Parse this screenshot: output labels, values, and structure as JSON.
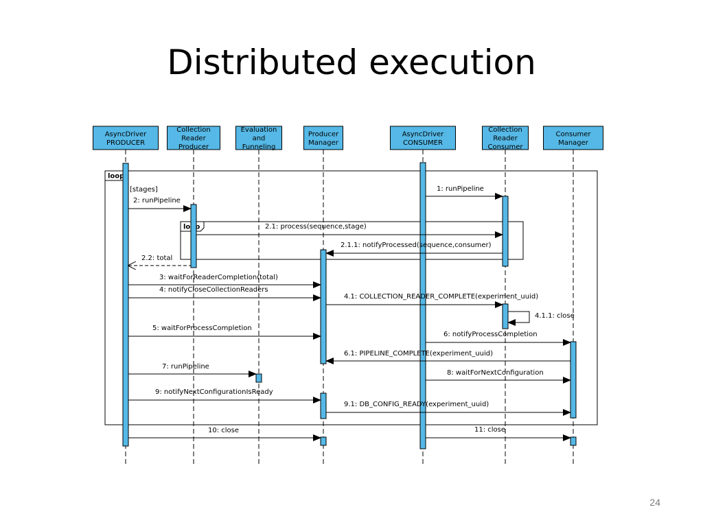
{
  "slide": {
    "title": "Distributed execution",
    "page_number": "24"
  },
  "diagram": {
    "colors": {
      "participant_fill": "#55b8e6",
      "activation_fill": "#55b8e6",
      "line": "#000000",
      "frame": "#000000"
    },
    "participants": [
      {
        "id": "p1",
        "lines": [
          "AsyncDriver",
          "PRODUCER"
        ]
      },
      {
        "id": "p2",
        "lines": [
          "Collection",
          "Reader",
          "Producer"
        ]
      },
      {
        "id": "p3",
        "lines": [
          "Evaluation",
          "and",
          "Funneling"
        ]
      },
      {
        "id": "p4",
        "lines": [
          "Producer",
          "Manager"
        ]
      },
      {
        "id": "p5",
        "lines": [
          "AsyncDriver",
          "CONSUMER"
        ]
      },
      {
        "id": "p6",
        "lines": [
          "Collection",
          "Reader",
          "Consumer"
        ]
      },
      {
        "id": "p7",
        "lines": [
          "Consumer",
          "Manager"
        ]
      }
    ],
    "frames": [
      {
        "id": "outer-loop",
        "label": "loop",
        "guard": "[stages]"
      },
      {
        "id": "inner-loop",
        "label": "loop"
      }
    ],
    "messages": [
      {
        "id": "m1",
        "label": "1: runPipeline",
        "from": "p5",
        "to": "p6",
        "type": "sync"
      },
      {
        "id": "m2",
        "label": "2: runPipeline",
        "from": "p1",
        "to": "p2",
        "type": "sync"
      },
      {
        "id": "m2_1",
        "label": "2.1: process(sequence,stage)",
        "from": "p2",
        "to": "p6",
        "type": "sync"
      },
      {
        "id": "m2_1_1",
        "label": "2.1.1: notifyProcessed(sequence,consumer)",
        "from": "p6",
        "to": "p4",
        "type": "sync"
      },
      {
        "id": "m2_2",
        "label": "2.2: total",
        "from": "p2",
        "to": "p1",
        "type": "return"
      },
      {
        "id": "m3",
        "label": "3: waitForReaderCompletion(total)",
        "from": "p1",
        "to": "p4",
        "type": "sync"
      },
      {
        "id": "m4",
        "label": "4: notifyCloseCollectionReaders",
        "from": "p1",
        "to": "p4",
        "type": "sync"
      },
      {
        "id": "m4_1",
        "label": "4.1: COLLECTION_READER_COMPLETE(experiment_uuid)",
        "from": "p4",
        "to": "p6",
        "type": "sync"
      },
      {
        "id": "m4_1_1",
        "label": "4.1.1: close",
        "from": "p6",
        "to": "p6",
        "type": "self"
      },
      {
        "id": "m5",
        "label": "5: waitForProcessCompletion",
        "from": "p1",
        "to": "p4",
        "type": "sync"
      },
      {
        "id": "m6",
        "label": "6: notifyProcessCompletion",
        "from": "p5",
        "to": "p7",
        "type": "sync"
      },
      {
        "id": "m6_1",
        "label": "6.1: PIPELINE_COMPLETE(experiment_uuid)",
        "from": "p7",
        "to": "p4",
        "type": "sync"
      },
      {
        "id": "m7",
        "label": "7: runPipeline",
        "from": "p1",
        "to": "p3",
        "type": "sync"
      },
      {
        "id": "m8",
        "label": "8: waitForNextConfiguration",
        "from": "p5",
        "to": "p7",
        "type": "sync"
      },
      {
        "id": "m9",
        "label": "9: notifyNextConfigurationIsReady",
        "from": "p1",
        "to": "p4",
        "type": "sync"
      },
      {
        "id": "m9_1",
        "label": "9.1: DB_CONFIG_READY(experiment_uuid)",
        "from": "p4",
        "to": "p7",
        "type": "sync"
      },
      {
        "id": "m10",
        "label": "10: close",
        "from": "p1",
        "to": "p4",
        "type": "sync"
      },
      {
        "id": "m11",
        "label": "11: close",
        "from": "p5",
        "to": "p7",
        "type": "sync"
      }
    ]
  }
}
